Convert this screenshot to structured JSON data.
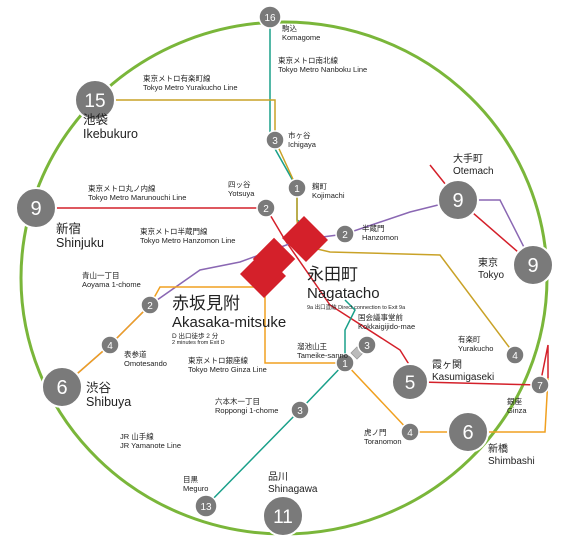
{
  "hub": {
    "akasaka": {
      "jp": "赤坂見附",
      "en": "Akasaka-mitsuke",
      "note1": "D 出口徒歩 2 分",
      "note2": "2 minutes from Exit D"
    },
    "nagatacho": {
      "jp": "永田町",
      "en": "Nagatacho",
      "note": "9a 出口直結 Direct connection to Exit 9a"
    }
  },
  "lines": [
    {
      "jp": "東京メトロ有楽町線",
      "en": "Tokyo Metro Yurakucho Line",
      "color": "#c9a227"
    },
    {
      "jp": "東京メトロ南北線",
      "en": "Tokyo Metro Nanboku Line",
      "color": "#1aa08a"
    },
    {
      "jp": "東京メトロ丸ノ内線",
      "en": "Tokyo Metro Marunouchi Line",
      "color": "#d4202a"
    },
    {
      "jp": "東京メトロ半蔵門線",
      "en": "Tokyo Metro Hanzomon Line",
      "color": "#8a67b3"
    },
    {
      "jp": "東京メトロ銀座線",
      "en": "Tokyo Metro Ginza Line",
      "color": "#f0a020"
    },
    {
      "jp": "JR 山手線",
      "en": "JR Yamanote Line",
      "color": "#7ab63a"
    }
  ],
  "stations": {
    "komagome": {
      "jp": "駒込",
      "en": "Komagome",
      "min": "16"
    },
    "ikebukuro": {
      "jp": "池袋",
      "en": "Ikebukuro",
      "min": "15"
    },
    "shinjuku": {
      "jp": "新宿",
      "en": "Shinjuku",
      "min": "9"
    },
    "shibuya": {
      "jp": "渋谷",
      "en": "Shibuya",
      "min": "6"
    },
    "meguro": {
      "jp": "目黒",
      "en": "Meguro",
      "min": "13"
    },
    "shinagawa": {
      "jp": "品川",
      "en": "Shinagawa",
      "min": "11"
    },
    "shimbashi": {
      "jp": "新橋",
      "en": "Shimbashi",
      "min": "6"
    },
    "tokyo": {
      "jp": "東京",
      "en": "Tokyo",
      "min": "9"
    },
    "otemachi": {
      "jp": "大手町",
      "en": "Otemach",
      "min": "9"
    },
    "ichigaya": {
      "jp": "市ヶ谷",
      "en": "Ichigaya",
      "min": "3"
    },
    "kojimachi": {
      "jp": "麹町",
      "en": "Kojimachi",
      "min": "1"
    },
    "yotsuya": {
      "jp": "四ッ谷",
      "en": "Yotsuya",
      "min": "2"
    },
    "hanzomon": {
      "jp": "半蔵門",
      "en": "Hanzomon",
      "min": "2"
    },
    "aoyama": {
      "jp": "青山一丁目",
      "en": "Aoyama 1-chome",
      "min": "2"
    },
    "omotesando": {
      "jp": "表参道",
      "en": "Omotesando",
      "min": "4"
    },
    "kokkai": {
      "jp": "国会議事堂前",
      "en": "Kokkaigijido-mae",
      "min": "3"
    },
    "tameike": {
      "jp": "溜池山王",
      "en": "Tameike-sanno",
      "min": "1"
    },
    "roppongi": {
      "jp": "六本木一丁目",
      "en": "Roppongi 1-chome",
      "min": "3"
    },
    "toranomon": {
      "jp": "虎ノ門",
      "en": "Toranomon",
      "min": "4"
    },
    "kasumigaseki": {
      "jp": "霞ヶ関",
      "en": "Kasumigaseki",
      "min": "5"
    },
    "yurakucho": {
      "jp": "有楽町",
      "en": "Yurakucho",
      "min": "4"
    },
    "ginza": {
      "jp": "銀座",
      "en": "Ginza",
      "min": "7"
    }
  }
}
